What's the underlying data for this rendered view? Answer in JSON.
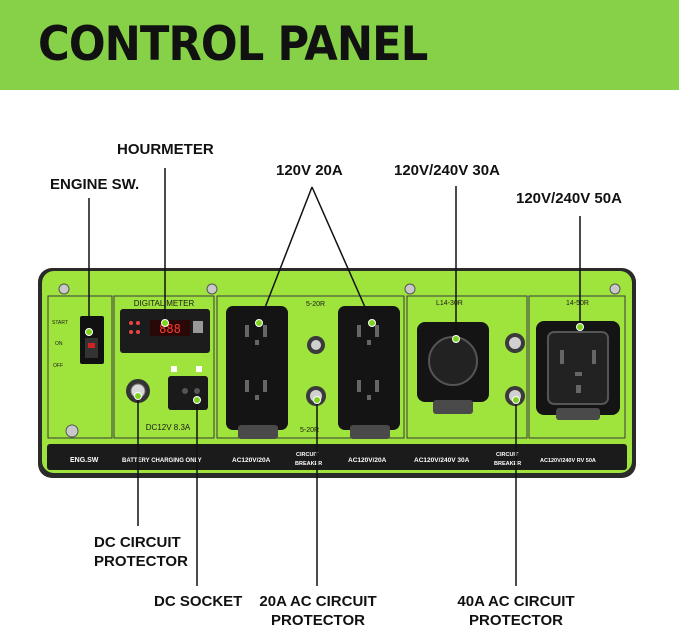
{
  "header": {
    "title": "CONTROL PANEL"
  },
  "callouts": {
    "hourmeter": "HOURMETER",
    "engine_sw": "ENGINE SW.",
    "outlet_120v_20a": "120V 20A",
    "outlet_30a": "120V/240V 30A",
    "outlet_50a": "120V/240V 50A",
    "dc_protector_line1": "DC CIRCUIT",
    "dc_protector_line2": "PROTECTOR",
    "dc_socket": "DC SOCKET",
    "ac20_protector_line1": "20A AC CIRCUIT",
    "ac20_protector_line2": "PROTECTOR",
    "ac40_protector_line1": "40A AC CIRCUIT",
    "ac40_protector_line2": "PROTECTOR"
  },
  "panel": {
    "meter_label": "DIGITAL METER",
    "meter_display": "888",
    "switch_start": "START",
    "switch_on": "ON",
    "switch_off": "OFF",
    "dc_rating": "DC12V 8.3A",
    "outlet_5_20r_top": "5-20R",
    "outlet_5_20r_bottom": "5-20R",
    "outlet_l14_30r": "L14-30R",
    "outlet_14_50r": "14-50R",
    "strip": {
      "eng_sw": "ENG.SW",
      "battery": "BATTERY  CHARGING ONLY",
      "ac120_20a_1": "AC120V/20A",
      "circuit_breaker_1_l1": "CIRCUIT",
      "circuit_breaker_1_l2": "BREAKER",
      "ac120_20a_2": "AC120V/20A",
      "ac120_240_30a": "AC120V/240V 30A",
      "circuit_breaker_2_l1": "CIRCUIT",
      "circuit_breaker_2_l2": "BREAKER",
      "ac120_240_rv50a": "AC120V/240V RV 50A"
    }
  },
  "colors": {
    "brand_green": "#86d147",
    "panel_green": "#9fe43d",
    "outlet_black": "#141414",
    "leader_green": "#7ed321"
  }
}
